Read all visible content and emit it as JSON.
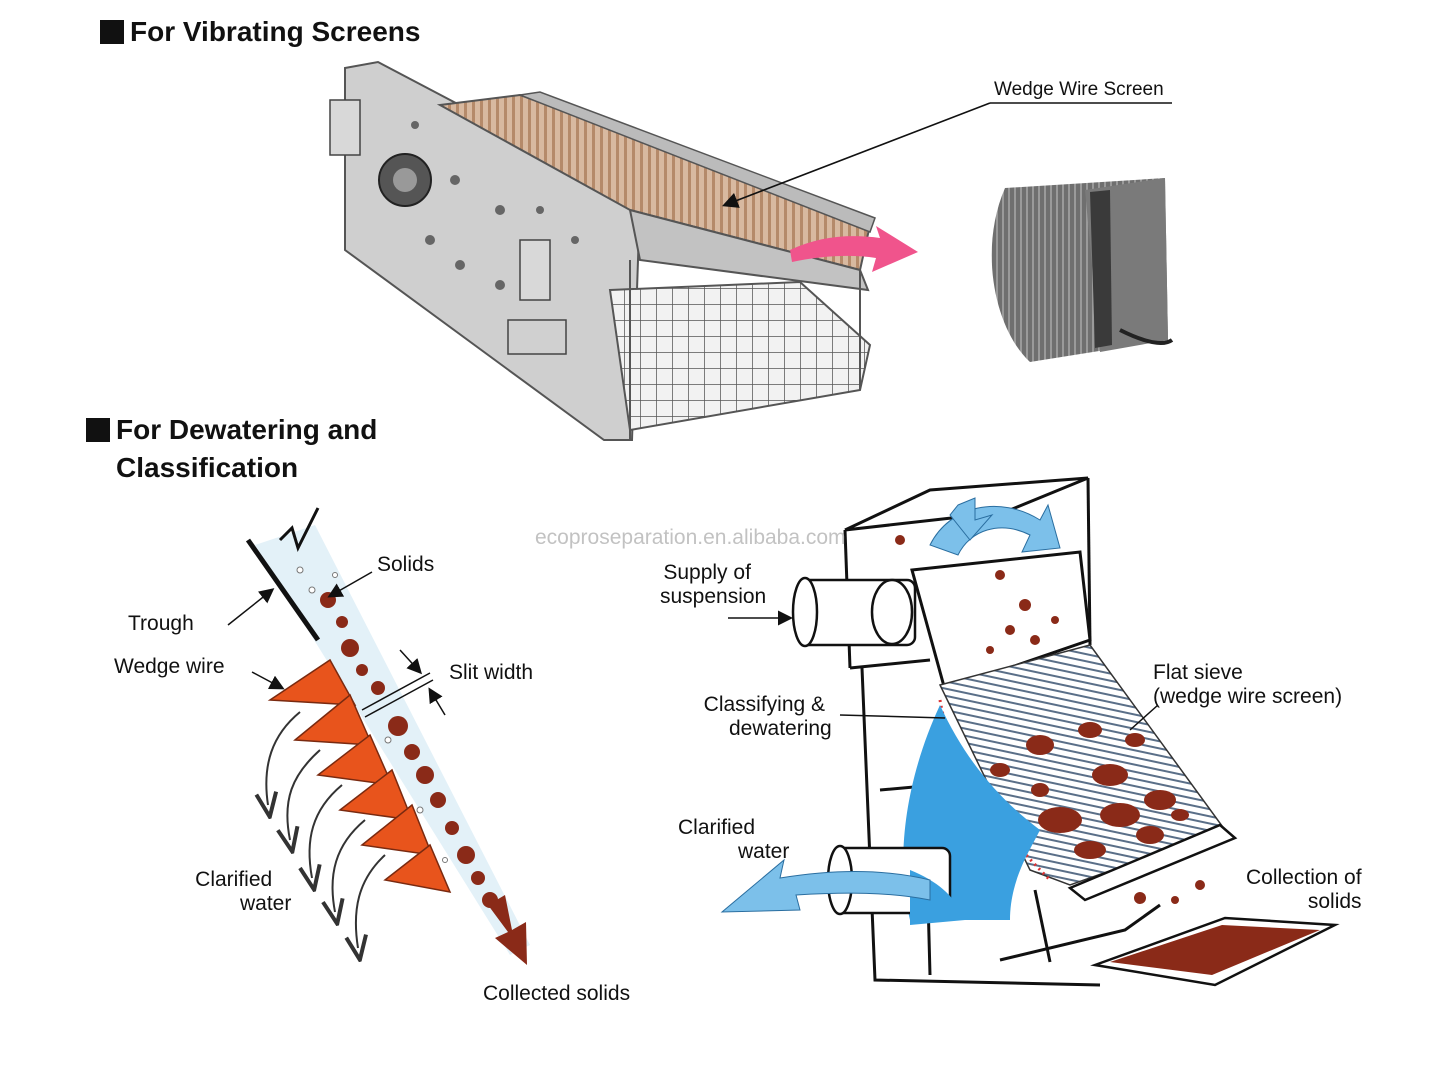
{
  "headings": {
    "vibrating": "For Vibrating Screens",
    "dewatering_line1": "For Dewatering and",
    "dewatering_line2": "Classification"
  },
  "labels": {
    "wedge_wire_screen": "Wedge Wire Screen",
    "solids": "Solids",
    "trough": "Trough",
    "wedge_wire": "Wedge wire",
    "slit_width": "Slit width",
    "clarified_water_left_1": "Clarified",
    "clarified_water_left_2": "water",
    "collected_solids": "Collected solids",
    "supply_1": "Supply of",
    "supply_2": "suspension",
    "classifying_1": "Classifying &",
    "classifying_2": "dewatering",
    "flat_sieve_1": "Flat sieve",
    "flat_sieve_2": "(wedge wire screen)",
    "clarified_water_right_1": "Clarified",
    "clarified_water_right_2": "water",
    "collection_1": "Collection of",
    "collection_2": "solids"
  },
  "watermark": "ecoproseparation.en.alibaba.com",
  "colors": {
    "wedge_orange": "#e8541c",
    "solids_brown": "#8a2a18",
    "water_blue": "#3aa0e0",
    "arrow_pink": "#f0548c",
    "machine_gray": "#c9c9c9"
  }
}
